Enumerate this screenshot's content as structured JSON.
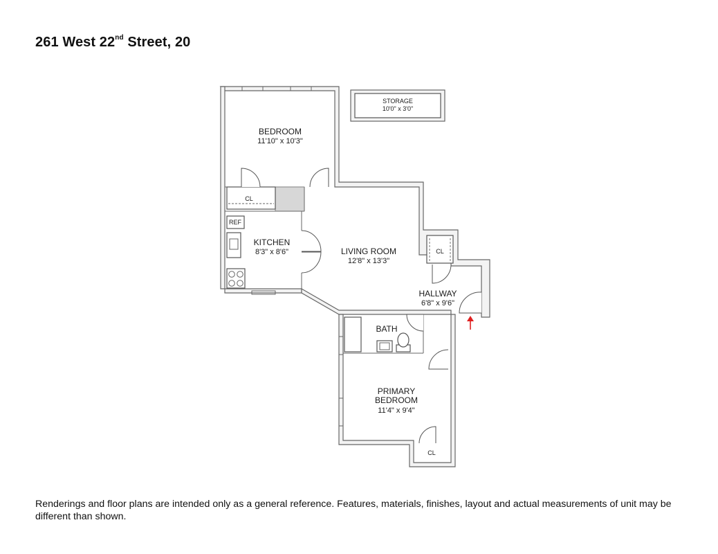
{
  "title": {
    "prefix": "261 West 22",
    "superscript": "nd",
    "suffix": " Street, 20"
  },
  "rooms": {
    "bedroom": {
      "name": "BEDROOM",
      "dims": "11'10\" x 10'3\""
    },
    "storage": {
      "name": "STORAGE",
      "dims": "10'0\" x 3'0\""
    },
    "kitchen": {
      "name": "KITCHEN",
      "dims": "8'3\" x 8'6\""
    },
    "living_room": {
      "name": "LIVING ROOM",
      "dims": "12'8\" x 13'3\""
    },
    "hallway": {
      "name": "HALLWAY",
      "dims": "6'8\" x 9'6\""
    },
    "bath": {
      "name": "BATH"
    },
    "primary_bedroom": {
      "name_line1": "PRIMARY",
      "name_line2": "BEDROOM",
      "dims": "11'4\" x 9'4\""
    }
  },
  "labels": {
    "closet_bedroom": "CL",
    "closet_hallway": "CL",
    "closet_primary": "CL",
    "refrigerator": "REF"
  },
  "entry_arrow_color": "#e02020",
  "disclaimer": "Renderings and floor plans are intended only as a general reference. Features, materials, finishes, layout and actual measurements of unit may be different than shown."
}
